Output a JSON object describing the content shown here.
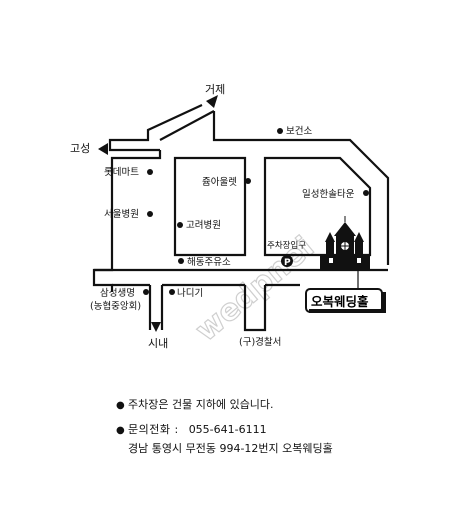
{
  "map": {
    "watermark": "wedpnei",
    "labels": {
      "geoje": "거제",
      "goseong": "고성",
      "bogeonso": "보건소",
      "lotte_mart": "롯데마트",
      "juna_outlet": "쥼아울렛",
      "ilseong": "일성한솔타운",
      "seoul_hospital": "서울병원",
      "goryeo_hospital": "고려병원",
      "parking_entrance": "주차장입구",
      "haedong": "해동주유소",
      "samsung1": "삼성생명",
      "samsung2": "(농협중앙회)",
      "nadigi": "나디기",
      "sinae": "시내",
      "police": "(구)경찰서",
      "venue": "오복웨딩홀",
      "parking_icon": "P"
    }
  },
  "info": {
    "parking_note": "주차장은 건물 지하에 있습니다.",
    "phone_label": "문의전화 :",
    "phone": "055-641-6111",
    "address": "경남 통영시 무전동 994-12번지 오복웨딩홀"
  },
  "icons": [
    "bullet-dot-icon",
    "arrow-icon",
    "parking-icon",
    "wedding-hall-castle-icon"
  ]
}
